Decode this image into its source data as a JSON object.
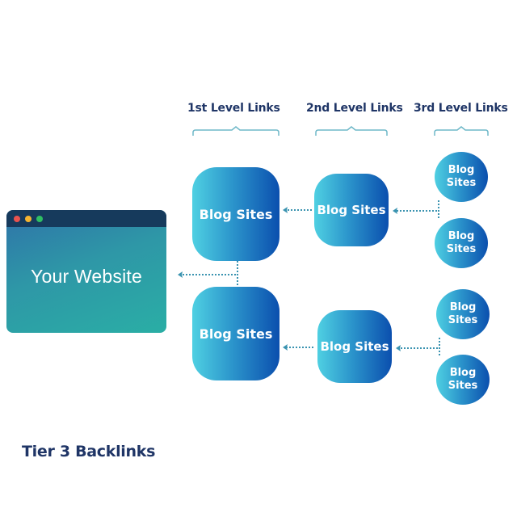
{
  "levels": {
    "first": "1st Level Links",
    "second": "2nd Level Links",
    "third": "3rd Level Links"
  },
  "website": {
    "title": "Your Website",
    "window_dots": [
      "#e9534f",
      "#f5b431",
      "#2fbf63"
    ]
  },
  "nodes": {
    "first_level": [
      {
        "label": "Blog Sites"
      },
      {
        "label": "Blog Sites"
      }
    ],
    "second_level": [
      {
        "label": "Blog Sites"
      },
      {
        "label": "Blog Sites"
      }
    ],
    "third_level": [
      {
        "line1": "Blog",
        "line2": "Sites"
      },
      {
        "line1": "Blog",
        "line2": "Sites"
      },
      {
        "line1": "Blog",
        "line2": "Sites"
      },
      {
        "line1": "Blog",
        "line2": "Sites"
      }
    ]
  },
  "footer": {
    "title": "Tier 3 Backlinks"
  },
  "colors": {
    "heading": "#1f3566",
    "connector": "#3a93b0",
    "brace": "#6fb8c8",
    "node_gradient_start": "#4fd0e2",
    "node_gradient_end": "#0b4fae",
    "window_bar": "#163a5c"
  }
}
